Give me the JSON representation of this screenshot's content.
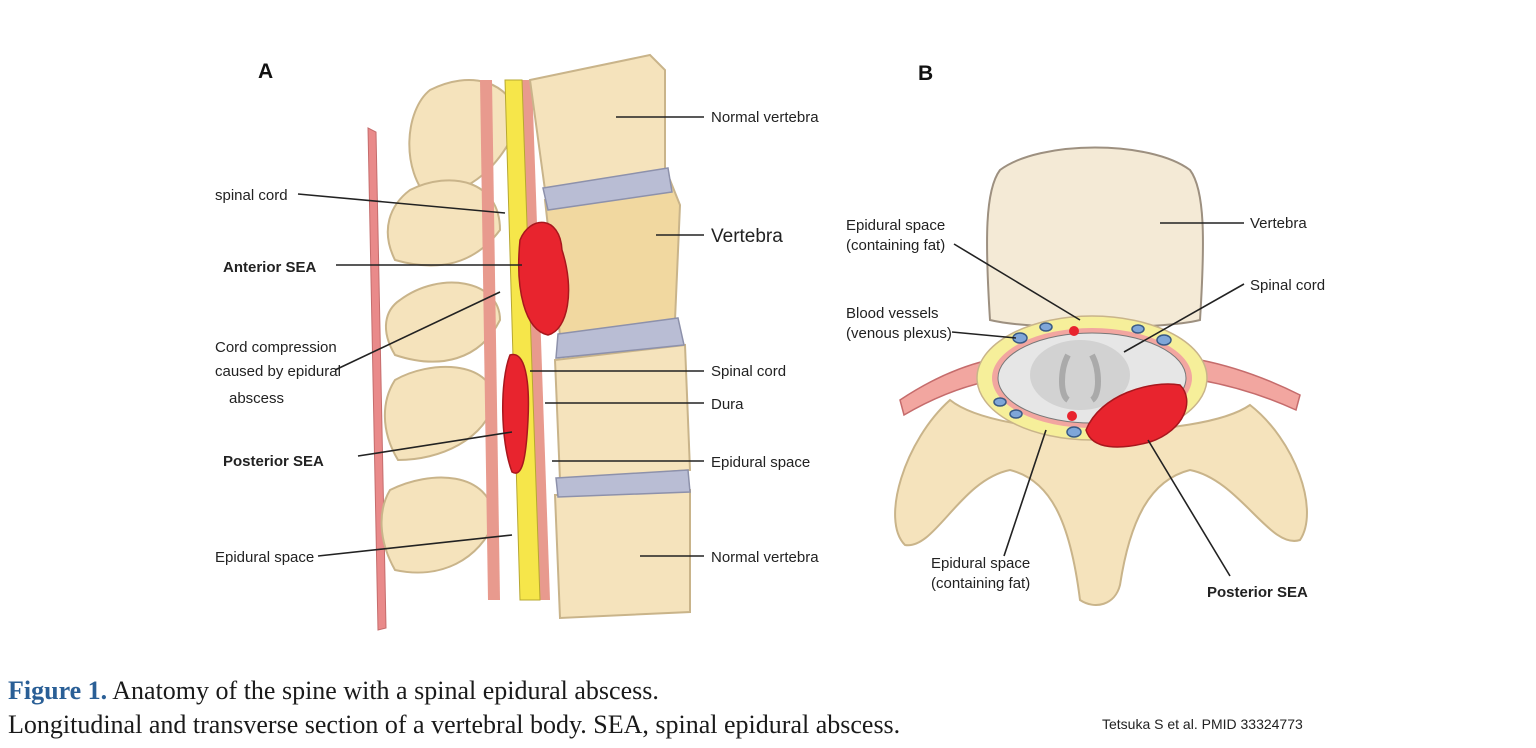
{
  "panels": {
    "a": "A",
    "b": "B"
  },
  "panel_a_labels": {
    "normal_vertebra_top": "Normal vertebra",
    "spinal_cord_left": "spinal cord",
    "vertebra": "Vertebra",
    "anterior_sea": "Anterior SEA",
    "cord_compression_1": "Cord compression",
    "cord_compression_2": "caused by epidural",
    "cord_compression_3": "abscess",
    "spinal_cord_right": "Spinal cord",
    "dura": "Dura",
    "posterior_sea": "Posterior SEA",
    "epidural_space_right": "Epidural space",
    "epidural_space_left": "Epidural space",
    "normal_vertebra_bottom": "Normal vertebra"
  },
  "panel_b_labels": {
    "epidural_fat_top_1": "Epidural space",
    "epidural_fat_top_2": "(containing fat)",
    "vertebra": "Vertebra",
    "spinal_cord": "Spinal cord",
    "blood_vessels_1": "Blood vessels",
    "blood_vessels_2": "(venous plexus)",
    "epidural_fat_bottom_1": "Epidural space",
    "epidural_fat_bottom_2": "(containing fat)",
    "posterior_sea": "Posterior SEA"
  },
  "caption": {
    "figure_number": "Figure 1.",
    "line1": "Anatomy of the spine with a spinal epidural abscess.",
    "line2": "Longitudinal and transverse section of a vertebral body. SEA, spinal epidural abscess."
  },
  "credit": "Tetsuka S et al.  PMID  33324773",
  "colors": {
    "bone": "#f5e3bc",
    "bone_outline": "#c9b48a",
    "disc": "#b9bdd4",
    "cord": "#f6e64a",
    "abscess": "#e8242e",
    "dura": "#e89a8e",
    "ligament": "#e98a8a",
    "vein": "#7fa6d8",
    "caption_blue": "#2a5f96"
  }
}
